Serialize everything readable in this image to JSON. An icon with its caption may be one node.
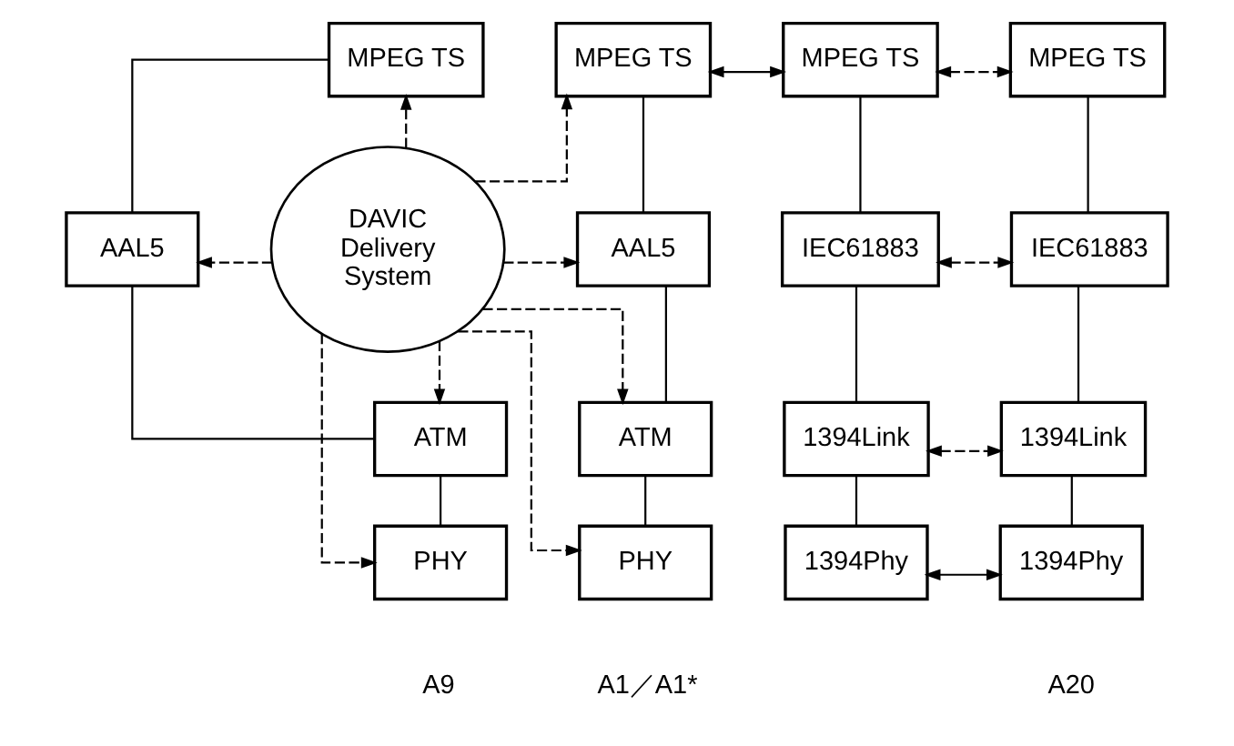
{
  "diagram": {
    "nodes": [
      {
        "text": [
          "MPEG TS"
        ]
      },
      {
        "text": [
          "AAL5"
        ]
      },
      {
        "text": [
          "ATM"
        ]
      },
      {
        "text": [
          "PHY"
        ]
      },
      {
        "text": [
          "DAVIC Delivery System"
        ]
      },
      {
        "text": [
          "MPEG TS"
        ]
      },
      {
        "text": [
          "AAL5"
        ]
      },
      {
        "text": [
          "ATM"
        ]
      },
      {
        "text": [
          "PHY"
        ]
      },
      {
        "text": [
          "MPEG TS"
        ]
      },
      {
        "text": [
          "IEC61883"
        ]
      },
      {
        "text": [
          "1394Link"
        ]
      },
      {
        "text": [
          "1394Phy"
        ]
      },
      {
        "text": [
          "MPEG TS"
        ]
      },
      {
        "text": [
          "IEC61883"
        ]
      },
      {
        "text": [
          "1394Link"
        ]
      },
      {
        "text": [
          "1394Phy"
        ]
      }
    ],
    "edges": [
      {
        "from": 0,
        "to": 1,
        "arrow": "none"
      },
      {
        "from": 1,
        "to": 2,
        "arrow": "none"
      },
      {
        "from": 2,
        "to": 3,
        "arrow": "none"
      },
      {
        "from": 4,
        "to": 0,
        "arrow": "to",
        "style": "dashed"
      },
      {
        "from": 4,
        "to": 1,
        "arrow": "to",
        "style": "dashed"
      },
      {
        "from": 4,
        "to": 2,
        "arrow": "to",
        "style": "dashed"
      },
      {
        "from": 4,
        "to": 3,
        "arrow": "to",
        "style": "dashed"
      },
      {
        "from": 4,
        "to": 5,
        "arrow": "to",
        "style": "dashed"
      },
      {
        "from": 4,
        "to": 6,
        "arrow": "to",
        "style": "dashed"
      },
      {
        "from": 4,
        "to": 7,
        "arrow": "to",
        "style": "dashed"
      },
      {
        "from": 4,
        "to": 8,
        "arrow": "to",
        "style": "dashed"
      },
      {
        "from": 5,
        "to": 6,
        "arrow": "none"
      },
      {
        "from": 6,
        "to": 7,
        "arrow": "none"
      },
      {
        "from": 7,
        "to": 8,
        "arrow": "none"
      },
      {
        "from": 5,
        "to": 9,
        "arrow": "both"
      },
      {
        "from": 9,
        "to": 10,
        "arrow": "none"
      },
      {
        "from": 10,
        "to": 11,
        "arrow": "none"
      },
      {
        "from": 11,
        "to": 12,
        "arrow": "none"
      },
      {
        "from": 9,
        "to": 13,
        "arrow": "both",
        "style": "dashed"
      },
      {
        "from": 10,
        "to": 14,
        "arrow": "both",
        "style": "dashed"
      },
      {
        "from": 11,
        "to": 15,
        "arrow": "both",
        "style": "dashed"
      },
      {
        "from": 13,
        "to": 14,
        "arrow": "none"
      },
      {
        "from": 14,
        "to": 15,
        "arrow": "none"
      },
      {
        "from": 15,
        "to": 16,
        "arrow": "none"
      },
      {
        "from": 12,
        "to": 16,
        "arrow": "both"
      }
    ],
    "labels": [
      "A9",
      "A1／A1*",
      "A20"
    ]
  }
}
